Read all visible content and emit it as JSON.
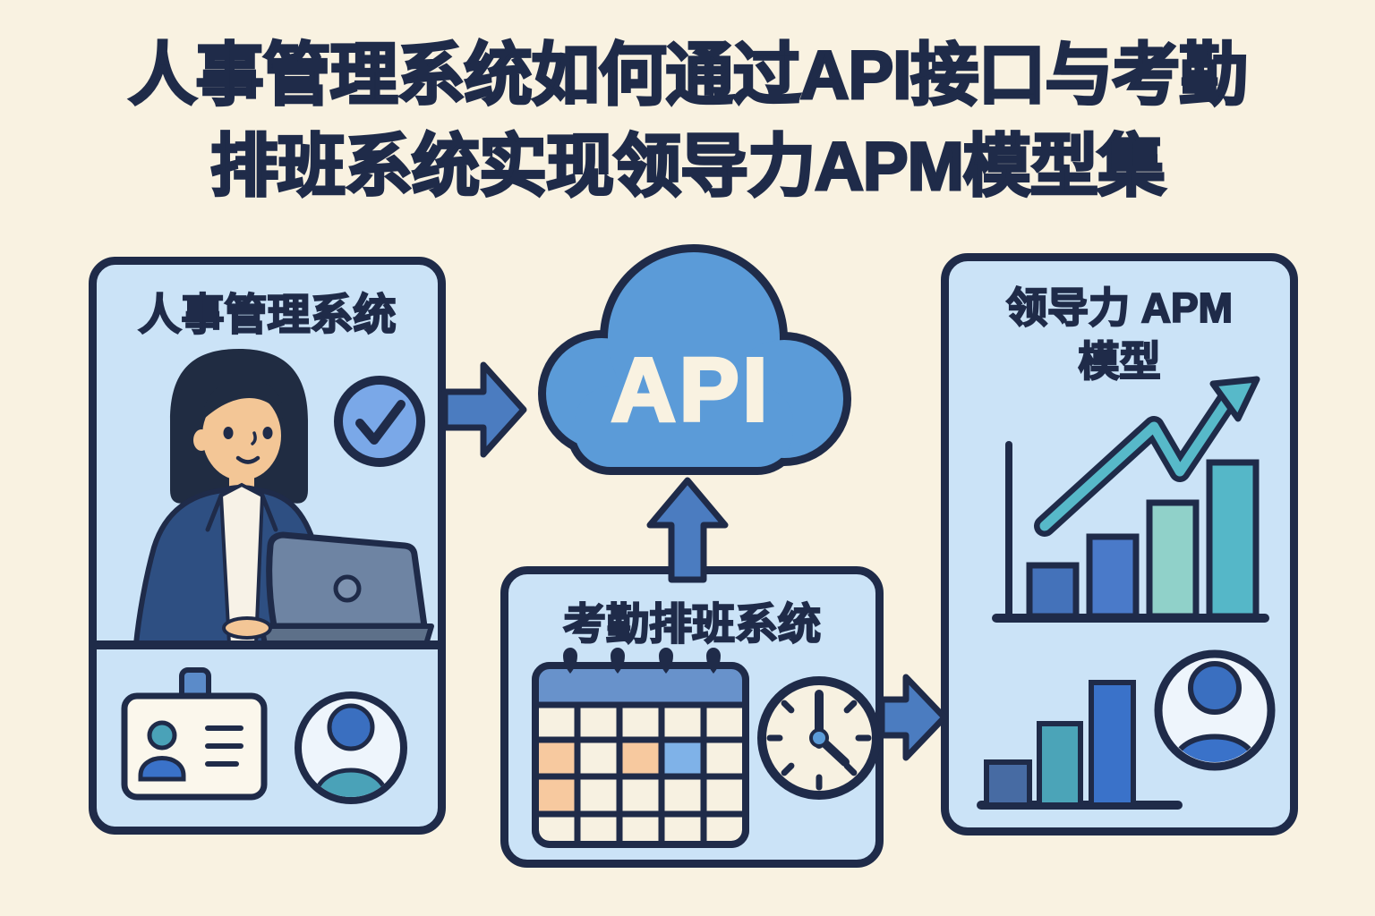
{
  "title": {
    "line1": "人事管理系统如何通过API接口与考勤",
    "line2": "排班系统实现领导力APM模型集"
  },
  "panels": {
    "hr": {
      "title": "人事管理系统"
    },
    "attendance": {
      "title": "考勤排班系统"
    },
    "apm": {
      "title_line1": "领导力 APM",
      "title_line2": "模型"
    }
  },
  "cloud": {
    "label": "API"
  },
  "colors": {
    "background": "#f9f2e1",
    "panel_fill": "#cbe3f7",
    "outline_navy": "#1f2b49",
    "cloud_blue": "#5b9bd8",
    "arrow_blue": "#4b7cc0",
    "check_circle_blue": "#7aa8e8",
    "calendar_header_blue": "#6892cb",
    "cell_orange": "#f7c99f",
    "cell_blue": "#7fb2e8",
    "cream": "#f7f1e1",
    "teal": "#4aa2b8",
    "trend_teal": "#57b9c9",
    "bar_blue": "#4a7ac9"
  },
  "charts": {
    "growth_chart": {
      "type": "bar",
      "values": [
        30,
        46,
        65,
        88
      ],
      "trend": "up",
      "note": "decorative growth bars with rising arrow"
    },
    "mini_chart": {
      "type": "bar",
      "values": [
        25,
        45,
        68
      ],
      "note": "decorative small bars"
    }
  }
}
